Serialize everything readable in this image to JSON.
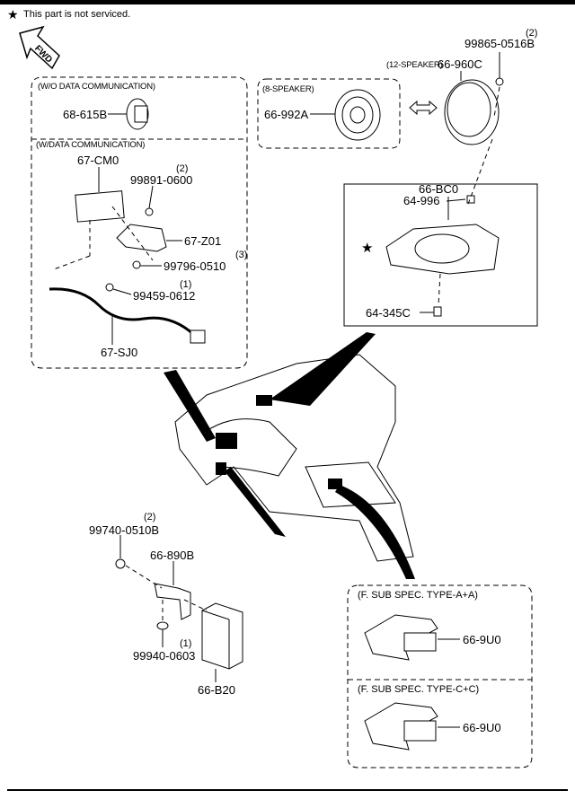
{
  "legend": {
    "star": "★",
    "text": "This part is not serviced."
  },
  "fwd_label": "FWD",
  "groups": {
    "wo_data": "(W/O DATA COMMUNICATION)",
    "w_data": "(W/DATA COMMUNICATION)",
    "speaker8": "(8-SPEAKER)",
    "speaker12": "(12-SPEAKER)",
    "sub_aa": "(F. SUB SPEC. TYPE-A+A)",
    "sub_cc": "(F. SUB SPEC. TYPE-C+C)"
  },
  "parts": {
    "p99865": {
      "number": "99865-0516B",
      "qty": "(2)"
    },
    "p66960c": {
      "number": "66-960C"
    },
    "p68615b": {
      "number": "68-615B"
    },
    "p66992a": {
      "number": "66-992A"
    },
    "p67cm0": {
      "number": "67-CM0"
    },
    "p99891": {
      "number": "99891-0600",
      "qty": "(2)"
    },
    "p67z01": {
      "number": "67-Z01"
    },
    "p99796": {
      "number": "99796-0510",
      "qty": "(3)"
    },
    "p99459": {
      "number": "99459-0612",
      "qty": "(1)"
    },
    "p67sj0": {
      "number": "67-SJ0"
    },
    "p66bc0": {
      "number": "66-BC0"
    },
    "p64996": {
      "number": "64-996"
    },
    "p64345c": {
      "number": "64-345C"
    },
    "star_mark": "★",
    "p99740": {
      "number": "99740-0510B",
      "qty": "(2)"
    },
    "p66890b": {
      "number": "66-890B"
    },
    "p99940": {
      "number": "99940-0603",
      "qty": "(1)"
    },
    "p66b20": {
      "number": "66-B20"
    },
    "p669u0_a": {
      "number": "66-9U0"
    },
    "p669u0_c": {
      "number": "66-9U0"
    }
  }
}
